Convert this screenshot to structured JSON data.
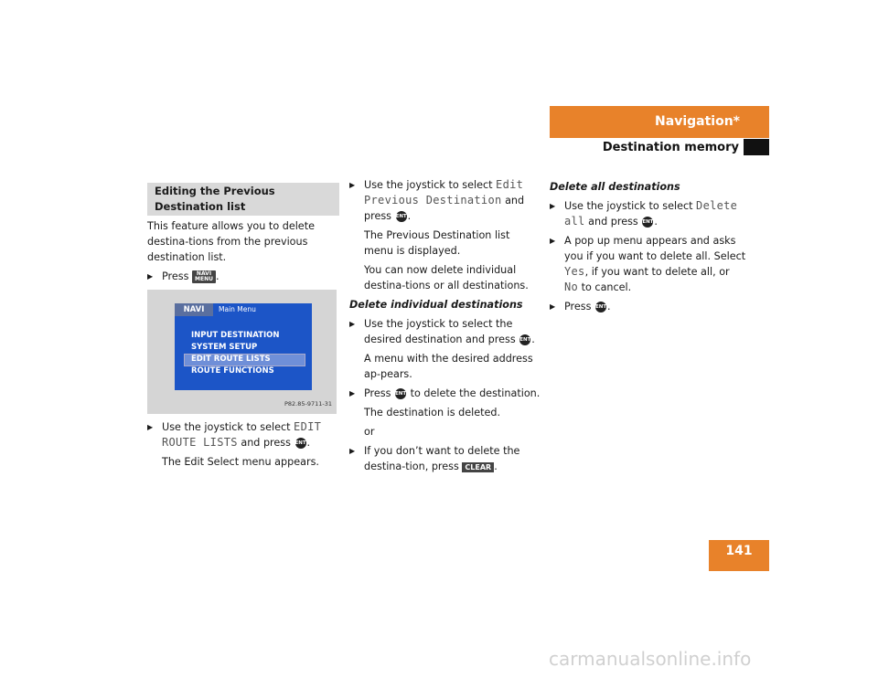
{
  "header": {
    "chapter": "Navigation*",
    "section": "Destination memory"
  },
  "page_number": "141",
  "col1": {
    "section_title": "Editing the Previous Destination list",
    "intro": "This feature allows you to delete destina-tions from the previous destination list.",
    "step1_pre": "Press",
    "navi_button": {
      "line1": "NAVI",
      "line2": "MENU"
    },
    "screen": {
      "tab": "NAVI",
      "title": "Main Menu",
      "items": [
        "INPUT DESTINATION",
        "SYSTEM SETUP",
        "EDIT ROUTE LISTS",
        "ROUTE FUNCTIONS"
      ],
      "caption": "P82.85-9711-31"
    },
    "step2_pre": "Use the joystick to select",
    "step2_code": "EDIT ROUTE LISTS",
    "step2_post": "and press",
    "step2_result": "The Edit Select menu appears."
  },
  "col2": {
    "step1_pre": "Use the joystick to select",
    "step1_code": "Edit Previous Destination",
    "step1_mid": "and press",
    "step1_result": "The Previous Destination list menu is displayed.",
    "step1_note": "You can now delete individual destina-tions or all destinations.",
    "subhead": "Delete individual destinations",
    "step2_text": "Use the joystick to select the desired destination and press",
    "step2_result": "A menu with the desired address ap-pears.",
    "step3_pre": "Press",
    "step3_post": "to delete the destination.",
    "step3_result": "The destination is deleted.",
    "or": "or",
    "step4_text": "If you don’t want to delete the destina-tion, press",
    "clear_button": "CLEAR"
  },
  "col3": {
    "subhead": "Delete all destinations",
    "step1_pre": "Use the joystick to select",
    "step1_code": "Delete all",
    "step1_post": "and press",
    "step2_pre": "A pop up menu appears and asks you if you want to delete all. Select",
    "step2_yes": "Yes",
    "step2_mid": ", if you want to delete all, or",
    "step2_no": "No",
    "step2_post": "to cancel.",
    "step3_pre": "Press"
  },
  "ent_label": "ENT",
  "watermark": "carmanualsonline.info"
}
